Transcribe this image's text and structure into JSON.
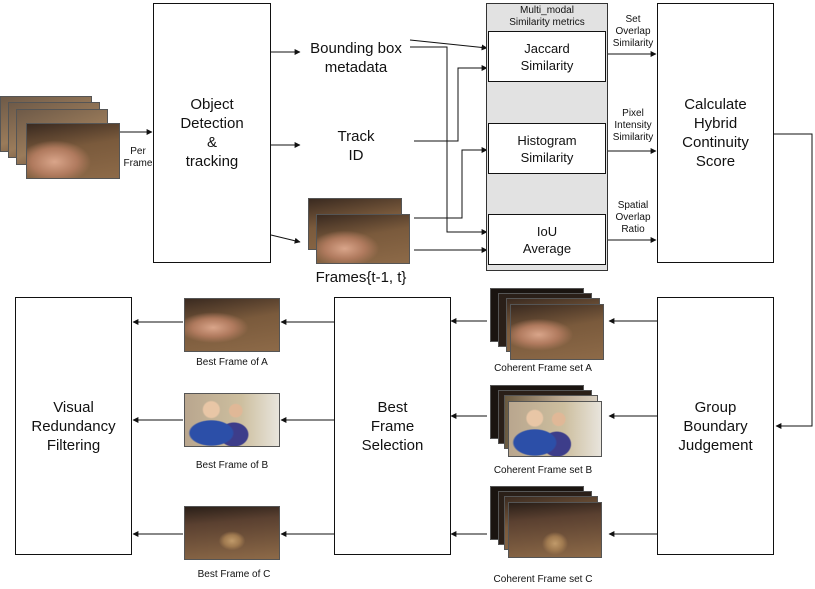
{
  "boxes": {
    "detection": "Object\nDetection\n&\ntracking",
    "jaccard": "Jaccard\nSimilarity",
    "histogram": "Histogram\nSimilarity",
    "iou": "IoU\nAverage",
    "hybrid": "Calculate\nHybrid\nContinuity\nScore",
    "group_boundary": "Group\nBoundary\nJudgement",
    "best_frame": "Best\nFrame\nSelection",
    "redundancy": "Visual\nRedundancy\nFiltering"
  },
  "labels": {
    "per_frame": "Per\nFrame",
    "bbox_metadata": "Bounding  box\nmetadata",
    "track_id": "Track\nID",
    "frames": "Frames{t-1,  t}",
    "metrics_group": "Multi_modal\nSimilarity metrics",
    "set_overlap": "Set\nOverlap\nSimilarity",
    "pixel_intensity": "Pixel\nIntensity\nSimilarity",
    "spatial_overlap": "Spatial\nOverlap\nRatio",
    "coherent_a": "Coherent Frame set A",
    "coherent_b": "Coherent Frame set B",
    "coherent_c": "Coherent Frame set C",
    "best_a": "Best Frame of A",
    "best_b": "Best Frame of B",
    "best_c": "Best Frame of C"
  },
  "colors": {
    "line": "#111111",
    "group_fill": "#e2e2e2",
    "scene_brown": "#7a5a3c",
    "scene_wall": "#b9a68e"
  }
}
